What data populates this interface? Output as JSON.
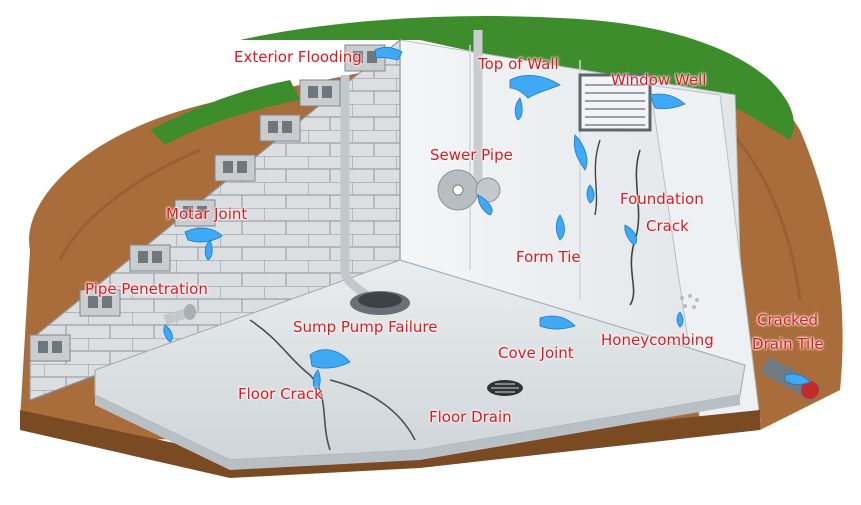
{
  "colors": {
    "label": "#e3161d",
    "water": "#3fa9f5",
    "grass": "#3e8d2d",
    "soil": "#a86c3a",
    "concrete": "#e8ecee",
    "block": "#d9dcdf"
  },
  "labels": {
    "exterior_flooding": "Exterior Flooding",
    "top_of_wall": "Top of Wall",
    "window_well": "Window Well",
    "sewer_pipe": "Sewer Pipe",
    "foundation_crack_1": "Foundation",
    "foundation_crack_2": "Crack",
    "motar_joint": "Motar Joint",
    "form_tie": "Form Tie",
    "pipe_penetration": "Pipe Penetration",
    "sump_pump_failure": "Sump Pump Failure",
    "honeycombing": "Honeycombing",
    "cracked_drain_tile_1": "Cracked",
    "cracked_drain_tile_2": "Drain Tile",
    "cove_joint": "Cove Joint",
    "floor_crack": "Floor Crack",
    "floor_drain": "Floor Drain"
  }
}
